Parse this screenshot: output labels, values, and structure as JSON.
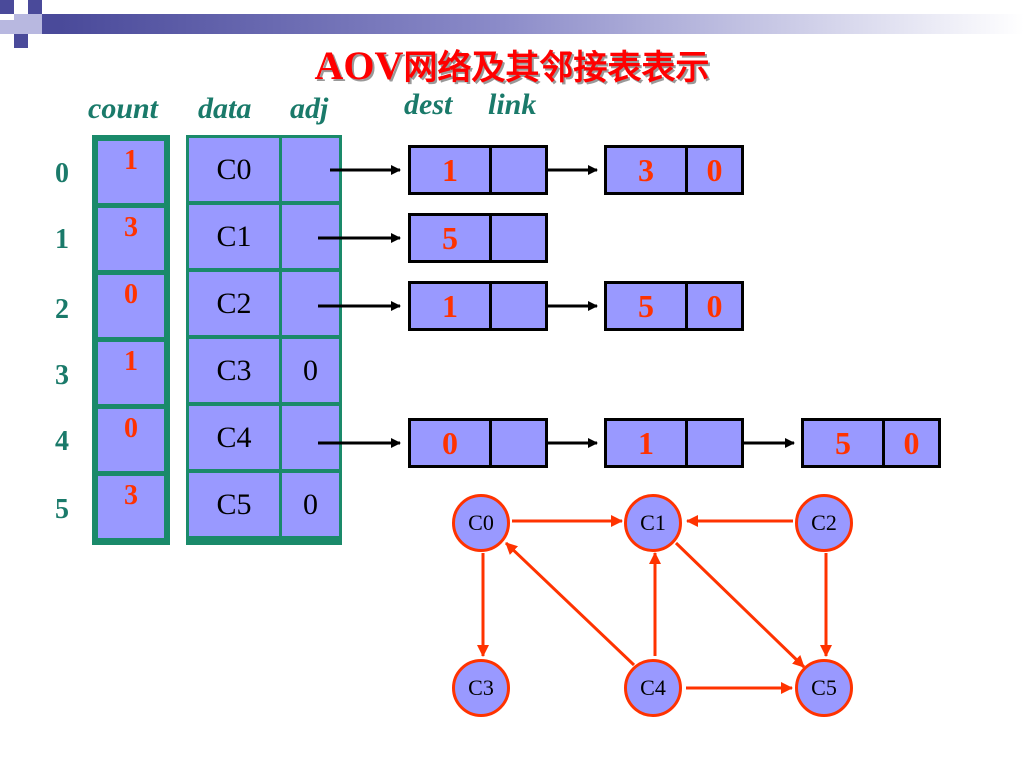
{
  "title": {
    "prefix": "AOV",
    "main": "网络及其邻接表表示"
  },
  "headers": {
    "count": "count",
    "data": "data",
    "adj": "adj",
    "dest": "dest",
    "link": "link"
  },
  "rows": [
    {
      "index": "0",
      "count": "1",
      "data": "C0",
      "adj": ""
    },
    {
      "index": "1",
      "count": "3",
      "data": "C1",
      "adj": ""
    },
    {
      "index": "2",
      "count": "0",
      "data": "C2",
      "adj": ""
    },
    {
      "index": "3",
      "count": "1",
      "data": "C3",
      "adj": "0"
    },
    {
      "index": "4",
      "count": "0",
      "data": "C4",
      "adj": ""
    },
    {
      "index": "5",
      "count": "3",
      "data": "C5",
      "adj": "0"
    }
  ],
  "lists": {
    "r0": [
      {
        "dest": "1",
        "link": ""
      },
      {
        "dest": "3",
        "link": "0"
      }
    ],
    "r1": [
      {
        "dest": "5",
        "link": ""
      }
    ],
    "r2": [
      {
        "dest": "1",
        "link": ""
      },
      {
        "dest": "5",
        "link": "0"
      }
    ],
    "r4": [
      {
        "dest": "0",
        "link": ""
      },
      {
        "dest": "1",
        "link": ""
      },
      {
        "dest": "5",
        "link": "0"
      }
    ]
  },
  "graph": {
    "nodes": [
      "C0",
      "C1",
      "C2",
      "C3",
      "C4",
      "C5"
    ],
    "edges": [
      [
        "C0",
        "C1"
      ],
      [
        "C0",
        "C3"
      ],
      [
        "C2",
        "C1"
      ],
      [
        "C2",
        "C5"
      ],
      [
        "C1",
        "C5"
      ],
      [
        "C4",
        "C0"
      ],
      [
        "C4",
        "C1"
      ],
      [
        "C4",
        "C5"
      ]
    ]
  },
  "colors": {
    "accent": "#ff3300",
    "cell": "#9999ff",
    "border": "#1a8a6a",
    "label": "#1a7a6a"
  }
}
